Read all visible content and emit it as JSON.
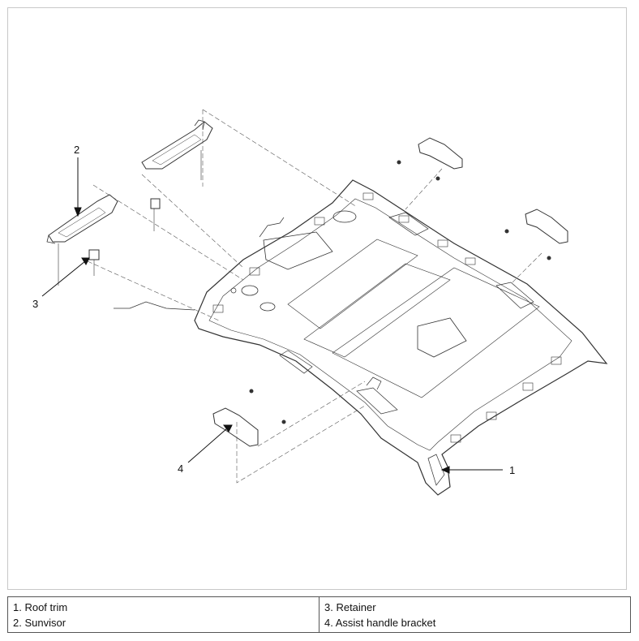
{
  "callouts": {
    "c1": "1",
    "c2": "2",
    "c3": "3",
    "c4": "4"
  },
  "legend": {
    "left": [
      "1. Roof trim",
      "2. Sunvisor"
    ],
    "right": [
      "3. Retainer",
      "4. Assist handle bracket"
    ]
  },
  "colors": {
    "line": "#333333",
    "frame": "#c8c8c8",
    "fill": "#ffffff"
  }
}
